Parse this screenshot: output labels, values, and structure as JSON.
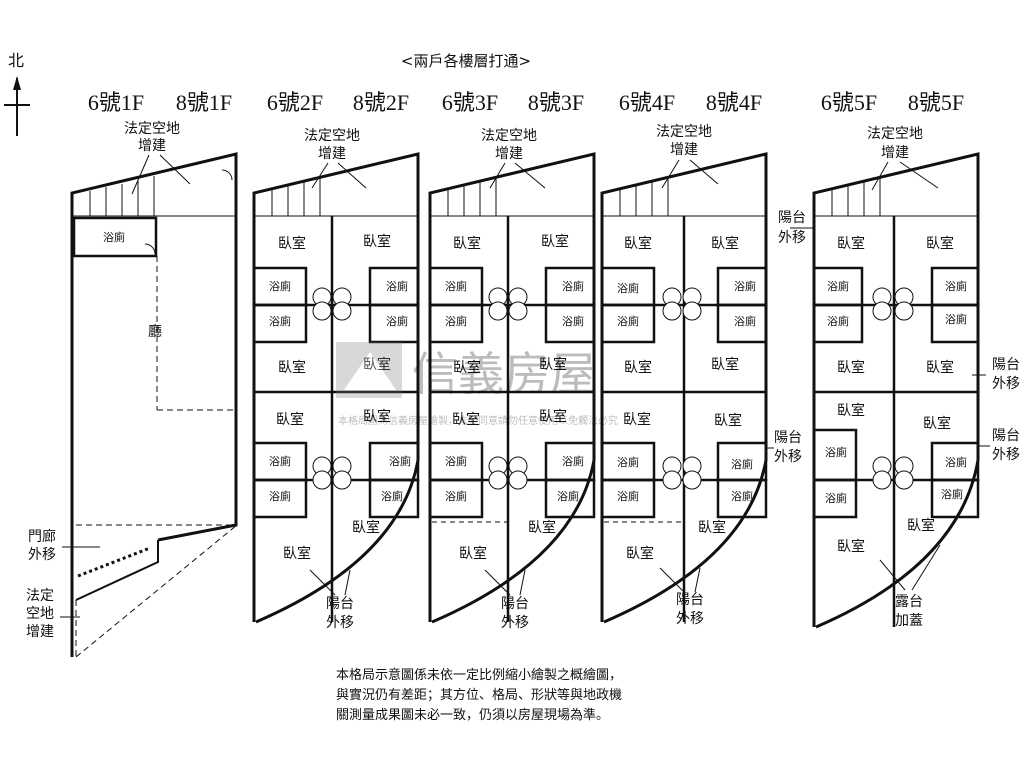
{
  "title": "<兩戶各樓層打通>",
  "north": "北",
  "floors": [
    {
      "left": "6號1F",
      "right": "8號1F"
    },
    {
      "left": "6號2F",
      "right": "8號2F"
    },
    {
      "left": "6號3F",
      "right": "8號3F"
    },
    {
      "left": "6號4F",
      "right": "8號4F"
    },
    {
      "left": "6號5F",
      "right": "8號5F"
    }
  ],
  "labels": {
    "legal_space_1": "法定空地",
    "legal_space_2": "增建",
    "bathroom": "浴廁",
    "bedroom": "臥室",
    "living": "廳",
    "balcony_1": "陽台",
    "balcony_2": "外移",
    "porch_1": "門廊",
    "porch_2": "外移",
    "legal_side_1": "法定",
    "legal_side_2": "空地",
    "legal_side_3": "增建",
    "terrace_1": "露台",
    "terrace_2": "加蓋"
  },
  "watermark": {
    "brand": "信義房屋",
    "sub": "本格局圖為信義房屋繪製，未經同意請勿任意使用以免觸法必究"
  },
  "note": [
    "本格局示意圖係未依一定比例縮小繪製之概繪圖，",
    "與實況仍有差距；其方位、格局、形狀等與地政機",
    "關測量成果圖未必一致，仍須以房屋現場為準。"
  ]
}
